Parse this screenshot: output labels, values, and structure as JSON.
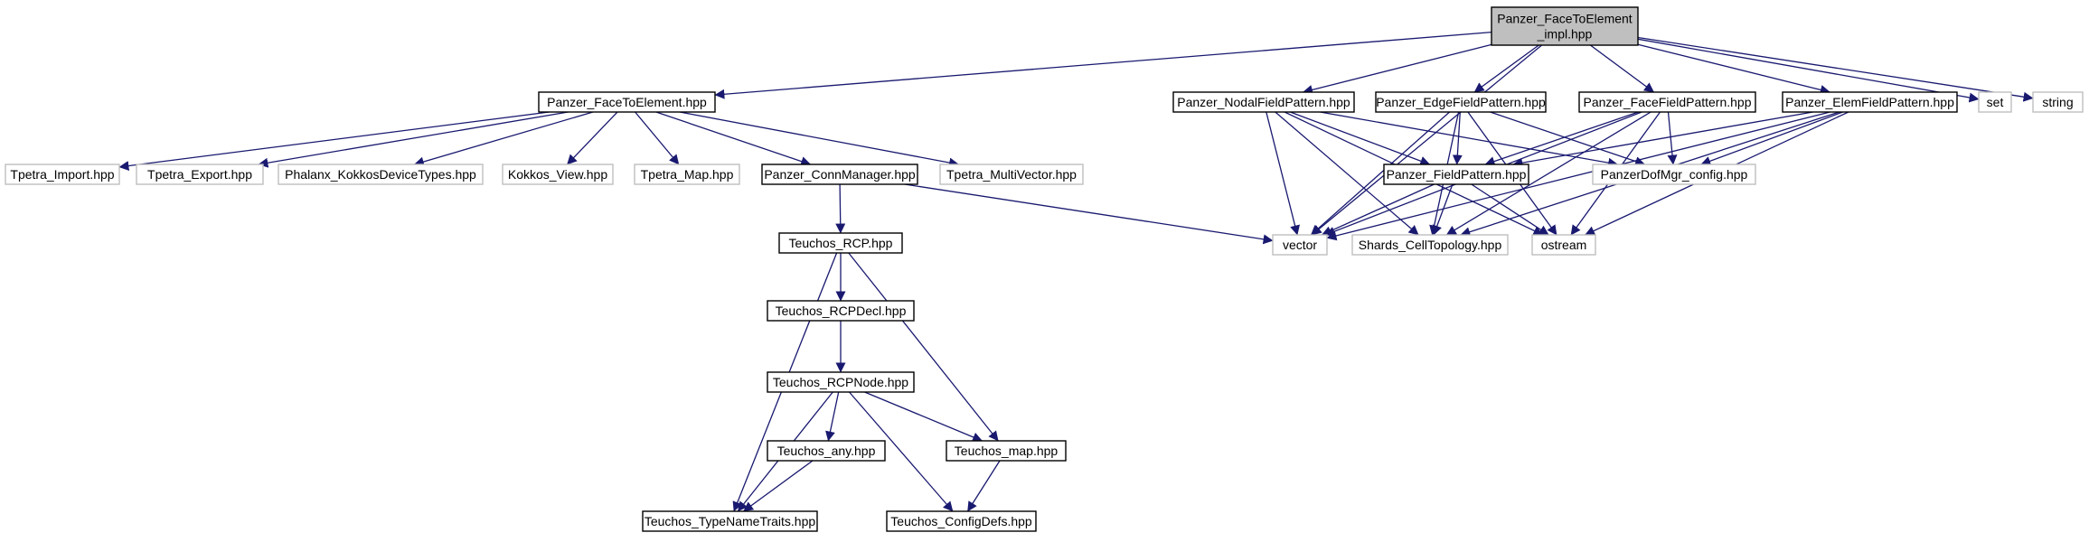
{
  "diagram": {
    "type": "include-dependency-graph",
    "colors": {
      "edge": "#191970",
      "border_documented": "#000000",
      "border_external": "#bfbfbf",
      "root_fill": "#bfbfbf",
      "node_fill": "#ffffff"
    },
    "nodes": [
      {
        "id": "root",
        "label_lines": [
          "Panzer_FaceToElement",
          "_impl.hpp"
        ],
        "kind": "root"
      },
      {
        "id": "facetoelement",
        "label_lines": [
          "Panzer_FaceToElement.hpp"
        ],
        "kind": "documented"
      },
      {
        "id": "nodalfp",
        "label_lines": [
          "Panzer_NodalFieldPattern.hpp"
        ],
        "kind": "documented"
      },
      {
        "id": "edgefp",
        "label_lines": [
          "Panzer_EdgeFieldPattern.hpp"
        ],
        "kind": "documented"
      },
      {
        "id": "facefp",
        "label_lines": [
          "Panzer_FaceFieldPattern.hpp"
        ],
        "kind": "documented"
      },
      {
        "id": "elemfp",
        "label_lines": [
          "Panzer_ElemFieldPattern.hpp"
        ],
        "kind": "documented"
      },
      {
        "id": "set",
        "label_lines": [
          "set"
        ],
        "kind": "external"
      },
      {
        "id": "string",
        "label_lines": [
          "string"
        ],
        "kind": "external"
      },
      {
        "id": "tpetra_import",
        "label_lines": [
          "Tpetra_Import.hpp"
        ],
        "kind": "external"
      },
      {
        "id": "tpetra_export",
        "label_lines": [
          "Tpetra_Export.hpp"
        ],
        "kind": "external"
      },
      {
        "id": "phalanx_kokkos",
        "label_lines": [
          "Phalanx_KokkosDeviceTypes.hpp"
        ],
        "kind": "external"
      },
      {
        "id": "kokkos_view",
        "label_lines": [
          "Kokkos_View.hpp"
        ],
        "kind": "external"
      },
      {
        "id": "tpetra_map",
        "label_lines": [
          "Tpetra_Map.hpp"
        ],
        "kind": "external"
      },
      {
        "id": "connmanager",
        "label_lines": [
          "Panzer_ConnManager.hpp"
        ],
        "kind": "documented"
      },
      {
        "id": "tpetra_mv",
        "label_lines": [
          "Tpetra_MultiVector.hpp"
        ],
        "kind": "external"
      },
      {
        "id": "fieldpattern",
        "label_lines": [
          "Panzer_FieldPattern.hpp"
        ],
        "kind": "documented"
      },
      {
        "id": "dofmgr_config",
        "label_lines": [
          "PanzerDofMgr_config.hpp"
        ],
        "kind": "external"
      },
      {
        "id": "vector",
        "label_lines": [
          "vector"
        ],
        "kind": "external"
      },
      {
        "id": "shards",
        "label_lines": [
          "Shards_CellTopology.hpp"
        ],
        "kind": "external"
      },
      {
        "id": "ostream",
        "label_lines": [
          "ostream"
        ],
        "kind": "external"
      },
      {
        "id": "rcp",
        "label_lines": [
          "Teuchos_RCP.hpp"
        ],
        "kind": "documented"
      },
      {
        "id": "rcpdecl",
        "label_lines": [
          "Teuchos_RCPDecl.hpp"
        ],
        "kind": "documented"
      },
      {
        "id": "rcpnode",
        "label_lines": [
          "Teuchos_RCPNode.hpp"
        ],
        "kind": "documented"
      },
      {
        "id": "any",
        "label_lines": [
          "Teuchos_any.hpp"
        ],
        "kind": "documented"
      },
      {
        "id": "map",
        "label_lines": [
          "Teuchos_map.hpp"
        ],
        "kind": "documented"
      },
      {
        "id": "typenametraits",
        "label_lines": [
          "Teuchos_TypeNameTraits.hpp"
        ],
        "kind": "documented"
      },
      {
        "id": "configdefs",
        "label_lines": [
          "Teuchos_ConfigDefs.hpp"
        ],
        "kind": "documented"
      }
    ],
    "edges": [
      [
        "root",
        "facetoelement"
      ],
      [
        "root",
        "nodalfp"
      ],
      [
        "root",
        "edgefp"
      ],
      [
        "root",
        "facefp"
      ],
      [
        "root",
        "elemfp"
      ],
      [
        "root",
        "set"
      ],
      [
        "root",
        "string"
      ],
      [
        "root",
        "vector"
      ],
      [
        "facetoelement",
        "tpetra_import"
      ],
      [
        "facetoelement",
        "tpetra_export"
      ],
      [
        "facetoelement",
        "phalanx_kokkos"
      ],
      [
        "facetoelement",
        "kokkos_view"
      ],
      [
        "facetoelement",
        "tpetra_map"
      ],
      [
        "facetoelement",
        "connmanager"
      ],
      [
        "facetoelement",
        "tpetra_mv"
      ],
      [
        "connmanager",
        "rcp"
      ],
      [
        "connmanager",
        "vector"
      ],
      [
        "nodalfp",
        "fieldpattern"
      ],
      [
        "nodalfp",
        "dofmgr_config"
      ],
      [
        "nodalfp",
        "vector"
      ],
      [
        "nodalfp",
        "shards"
      ],
      [
        "nodalfp",
        "ostream"
      ],
      [
        "edgefp",
        "fieldpattern"
      ],
      [
        "edgefp",
        "dofmgr_config"
      ],
      [
        "edgefp",
        "vector"
      ],
      [
        "edgefp",
        "shards"
      ],
      [
        "edgefp",
        "ostream"
      ],
      [
        "facefp",
        "fieldpattern"
      ],
      [
        "facefp",
        "dofmgr_config"
      ],
      [
        "facefp",
        "vector"
      ],
      [
        "facefp",
        "shards"
      ],
      [
        "facefp",
        "ostream"
      ],
      [
        "elemfp",
        "fieldpattern"
      ],
      [
        "elemfp",
        "dofmgr_config"
      ],
      [
        "elemfp",
        "vector"
      ],
      [
        "elemfp",
        "shards"
      ],
      [
        "elemfp",
        "ostream"
      ],
      [
        "fieldpattern",
        "vector"
      ],
      [
        "fieldpattern",
        "shards"
      ],
      [
        "fieldpattern",
        "ostream"
      ],
      [
        "rcp",
        "rcpdecl"
      ],
      [
        "rcp",
        "map"
      ],
      [
        "rcp",
        "typenametraits"
      ],
      [
        "rcpdecl",
        "rcpnode"
      ],
      [
        "rcpnode",
        "any"
      ],
      [
        "rcpnode",
        "map"
      ],
      [
        "rcpnode",
        "typenametraits"
      ],
      [
        "rcpnode",
        "configdefs"
      ],
      [
        "any",
        "typenametraits"
      ],
      [
        "map",
        "configdefs"
      ]
    ]
  }
}
